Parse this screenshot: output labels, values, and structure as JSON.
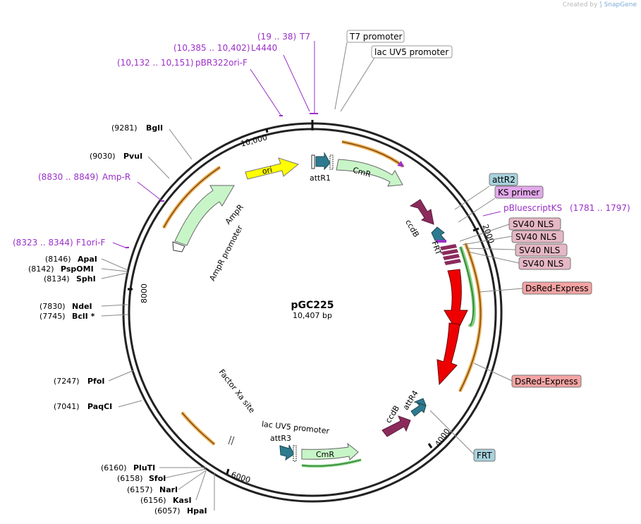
{
  "app": {
    "credit_prefix": "Created by",
    "credit_brand": "SnapGene"
  },
  "plasmid": {
    "name": "pGC225",
    "length_label": "10,407 bp"
  },
  "ticks": {
    "t10000": "10,000",
    "t2000": "2000",
    "t4000": "4000",
    "t6000": "6000",
    "t8000": "8000"
  },
  "sites": [
    {
      "pos": "(9281)",
      "name": "BglI"
    },
    {
      "pos": "(9030)",
      "name": "PvuI"
    },
    {
      "pos": "(8146)",
      "name": "ApaI"
    },
    {
      "pos": "(8142)",
      "name": "PspOMI"
    },
    {
      "pos": "(8134)",
      "name": "SphI"
    },
    {
      "pos": "(7830)",
      "name": "NdeI"
    },
    {
      "pos": "(7745)",
      "name": "BclI *"
    },
    {
      "pos": "(7247)",
      "name": "PfoI"
    },
    {
      "pos": "(7041)",
      "name": "PaqCI"
    },
    {
      "pos": "(6160)",
      "name": "PluTI"
    },
    {
      "pos": "(6158)",
      "name": "SfoI"
    },
    {
      "pos": "(6157)",
      "name": "NarI"
    },
    {
      "pos": "(6156)",
      "name": "KasI"
    },
    {
      "pos": "(6057)",
      "name": "HpaI"
    }
  ],
  "primers": [
    {
      "range": "(19 .. 38)",
      "name": "T7"
    },
    {
      "range": "(10,385 .. 10,402)",
      "name": "L4440"
    },
    {
      "range": "(10,132 .. 10,151)",
      "name": "pBR322ori-F"
    },
    {
      "range": "(8830 .. 8849)",
      "name": "Amp-R"
    },
    {
      "range": "(8323 .. 8344)",
      "name": "F1ori-F"
    },
    {
      "range": "(1781 .. 1797)",
      "name": "pBluescriptKS"
    }
  ],
  "boxed_labels": {
    "t7_promoter": "T7 promoter",
    "lac_uv5_promoter": "lac UV5 promoter",
    "attR2": "attR2",
    "ks_primer": "KS primer",
    "sv40_nls": "SV40 NLS",
    "dsred_1": "DsRed-Express",
    "dsred_2": "DsRed-Express",
    "frt": "FRT"
  },
  "features": {
    "ori": "ori",
    "cmr": "CmR",
    "attR1": "attR1",
    "ccdB": "ccdB",
    "frt": "FRT",
    "ampr": "AmpR",
    "ampr_promoter": "AmpR promoter",
    "factor_xa": "Factor Xa site",
    "lac_uv5_inner": "lac UV5 promoter",
    "attR3": "attR3",
    "attR4": "attR4"
  },
  "colors": {
    "backbone": "#222222",
    "primer": "#9b30c8",
    "ori": "#ffff00",
    "cmr": "#c8f5c8",
    "ccdB": "#8b2b5c",
    "att": "#2e7b8f",
    "dsred": "#ee0000",
    "orange": "#f0b25a",
    "box_blue": "#a8d2dc",
    "box_purple": "#e3a8ec",
    "box_pink": "#e6b7c5",
    "box_red": "#f5a3a3"
  }
}
